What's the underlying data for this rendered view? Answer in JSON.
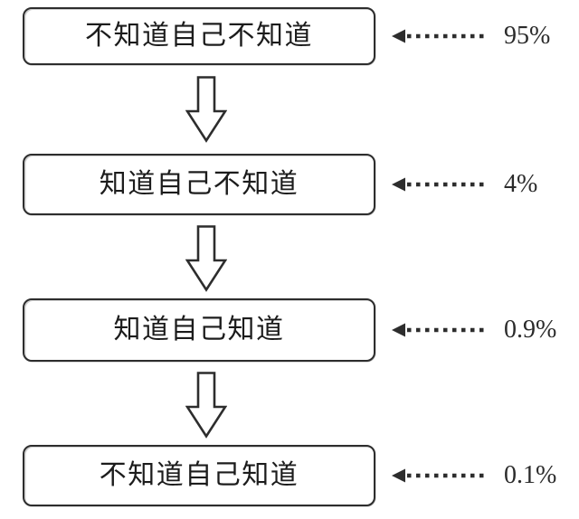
{
  "diagram": {
    "type": "flowchart",
    "colors": {
      "stroke": "#2d2d2d",
      "background": "#ffffff",
      "text": "#1c1c1c"
    },
    "rows": [
      {
        "label": "不知道自己不知道",
        "percent": "95%"
      },
      {
        "label": "知道自己不知道",
        "percent": "4%"
      },
      {
        "label": "知道自己知道",
        "percent": "0.9%"
      },
      {
        "label": "不知道自己知道",
        "percent": "0.1%"
      }
    ]
  }
}
